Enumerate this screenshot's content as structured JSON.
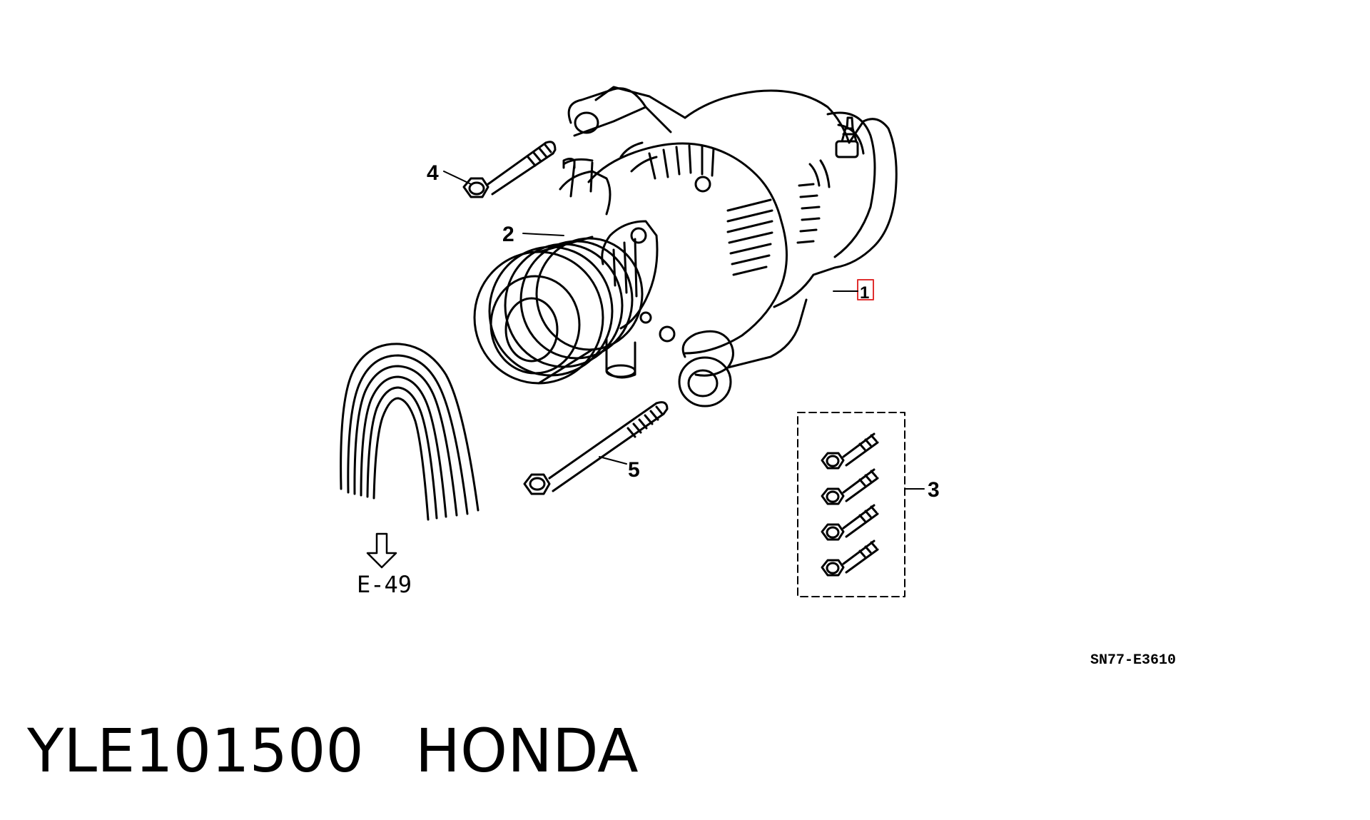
{
  "callouts": {
    "c1": "1",
    "c2": "2",
    "c3": "3",
    "c4": "4",
    "c5": "5"
  },
  "reference_arrow_label": "E-49",
  "diagram_code": "SN77-E3610",
  "footer": {
    "part_number": "YLE101500",
    "brand": "HONDA"
  },
  "colors": {
    "line": "#000000",
    "highlight_box": "#e03030",
    "background": "#ffffff"
  },
  "icons": {
    "reference_arrow": "down-arrow-icon"
  }
}
